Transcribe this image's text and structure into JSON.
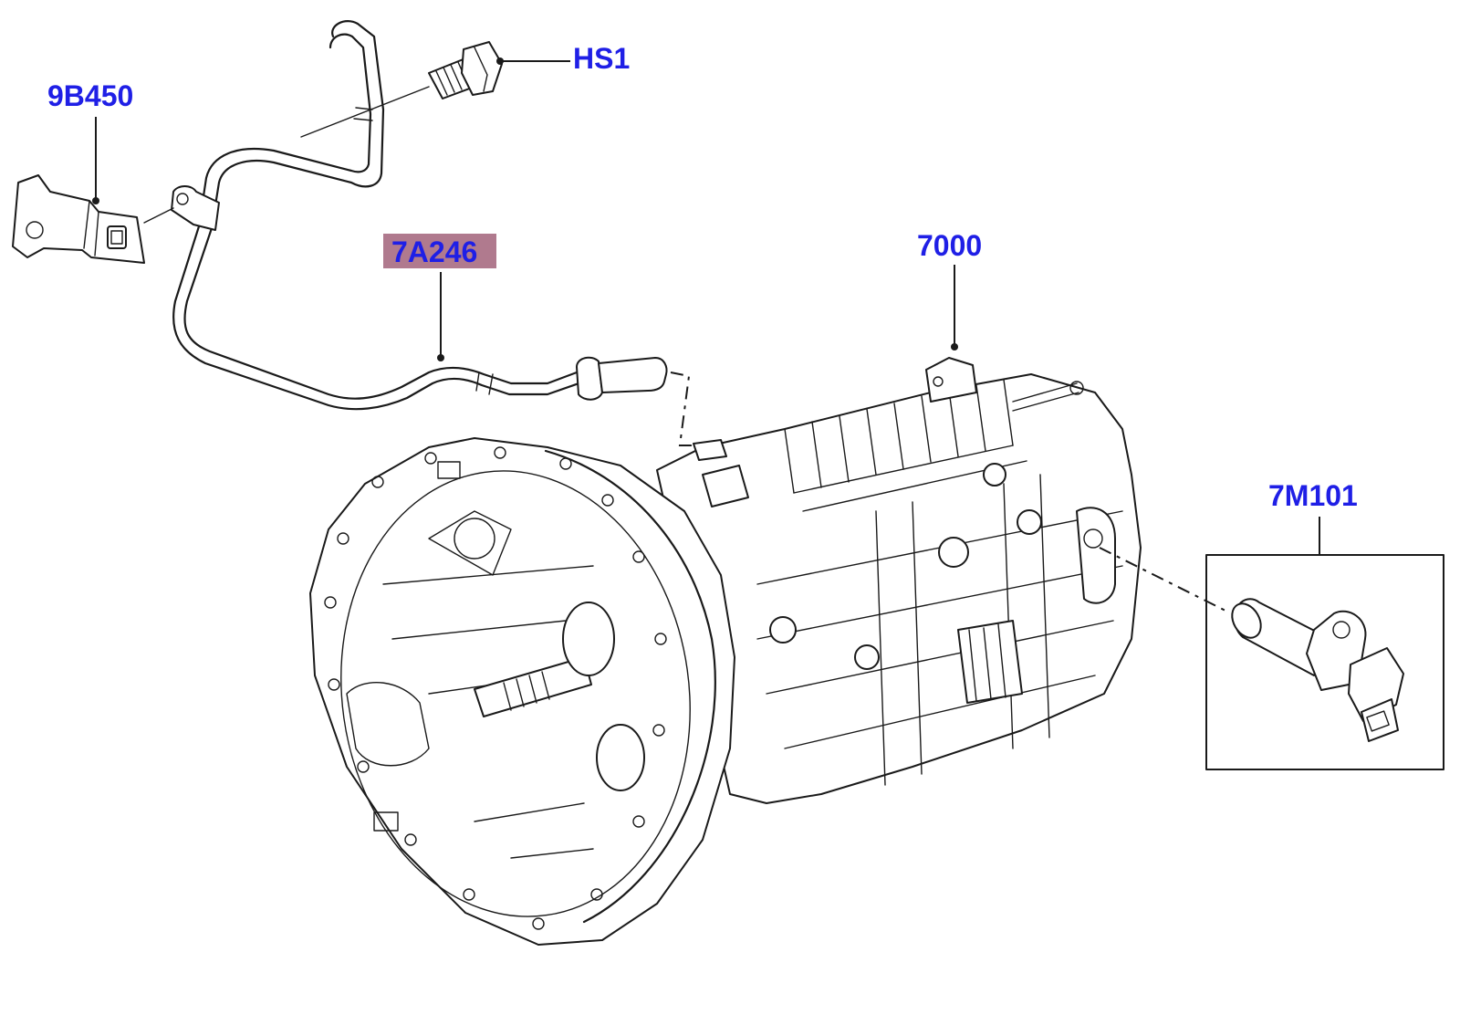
{
  "diagram": {
    "callouts": {
      "hs1": {
        "text": "HS1"
      },
      "9b450": {
        "text": "9B450"
      },
      "7a246": {
        "text": "7A246",
        "highlighted": true,
        "highlight_color": "#b07a8e"
      },
      "7000": {
        "text": "7000"
      },
      "7m101": {
        "text": "7M101"
      }
    },
    "colors": {
      "callout_text": "#1f1fe6",
      "line": "#1a1a1a",
      "background": "#ffffff"
    }
  }
}
